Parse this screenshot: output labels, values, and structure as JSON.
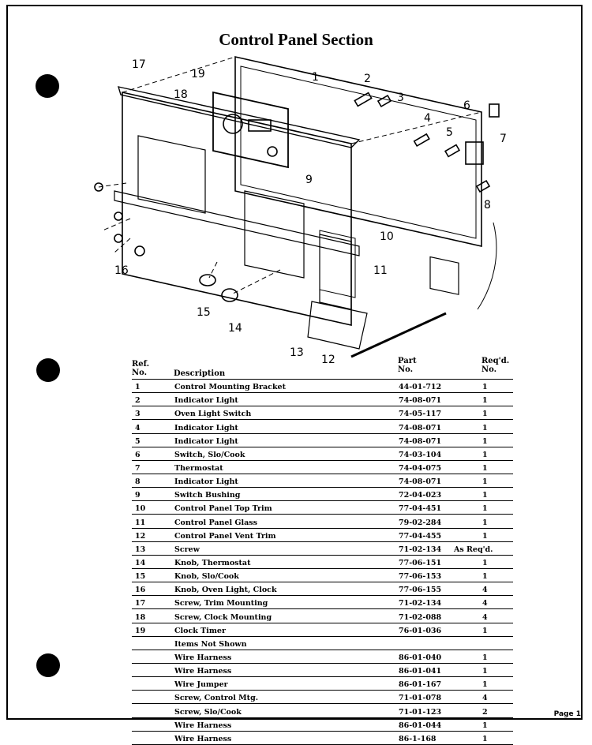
{
  "title": "Control Panel Section",
  "diagram_callouts": [
    "1",
    "2",
    "3",
    "4",
    "5",
    "6",
    "7",
    "8",
    "9",
    "10",
    "11",
    "12",
    "13",
    "14",
    "15",
    "16",
    "17",
    "18",
    "19"
  ],
  "table": {
    "headers": {
      "ref": [
        "Ref.",
        "No."
      ],
      "description": "Description",
      "part": [
        "Part",
        "No."
      ],
      "req": [
        "Req'd.",
        "No."
      ]
    },
    "rows": [
      {
        "ref": "1",
        "desc": "Control Mounting Bracket",
        "part": "44-01-712",
        "req": "1"
      },
      {
        "ref": "2",
        "desc": "Indicator Light",
        "part": "74-08-071",
        "req": "1"
      },
      {
        "ref": "3",
        "desc": "Oven Light Switch",
        "part": "74-05-117",
        "req": "1"
      },
      {
        "ref": "4",
        "desc": "Indicator Light",
        "part": "74-08-071",
        "req": "1"
      },
      {
        "ref": "5",
        "desc": "Indicator Light",
        "part": "74-08-071",
        "req": "1"
      },
      {
        "ref": "6",
        "desc": "Switch, Slo/Cook",
        "part": "74-03-104",
        "req": "1"
      },
      {
        "ref": "7",
        "desc": "Thermostat",
        "part": "74-04-075",
        "req": "1"
      },
      {
        "ref": "8",
        "desc": "Indicator Light",
        "part": "74-08-071",
        "req": "1"
      },
      {
        "ref": "9",
        "desc": "Switch Bushing",
        "part": "72-04-023",
        "req": "1"
      },
      {
        "ref": "10",
        "desc": "Control Panel Top Trim",
        "part": "77-04-451",
        "req": "1"
      },
      {
        "ref": "11",
        "desc": "Control Panel Glass",
        "part": "79-02-284",
        "req": "1"
      },
      {
        "ref": "12",
        "desc": "Control Panel Vent Trim",
        "part": "77-04-455",
        "req": "1"
      },
      {
        "ref": "13",
        "desc": "Screw",
        "part": "71-02-134",
        "req": "As Req'd."
      },
      {
        "ref": "14",
        "desc": "Knob, Thermostat",
        "part": "77-06-151",
        "req": "1"
      },
      {
        "ref": "15",
        "desc": "Knob, Slo/Cook",
        "part": "77-06-153",
        "req": "1"
      },
      {
        "ref": "16",
        "desc": "Knob, Oven Light, Clock",
        "part": "77-06-155",
        "req": "4"
      },
      {
        "ref": "17",
        "desc": "Screw, Trim Mounting",
        "part": "71-02-134",
        "req": "4"
      },
      {
        "ref": "18",
        "desc": "Screw, Clock Mounting",
        "part": "71-02-088",
        "req": "4"
      },
      {
        "ref": "19",
        "desc": "Clock Timer",
        "part": "76-01-036",
        "req": "1"
      },
      {
        "ref": "",
        "desc": "Items Not Shown",
        "part": "",
        "req": ""
      },
      {
        "ref": "",
        "desc": "Wire Harness",
        "part": "86-01-040",
        "req": "1"
      },
      {
        "ref": "",
        "desc": "Wire Harness",
        "part": "86-01-041",
        "req": "1"
      },
      {
        "ref": "",
        "desc": "Wire Jumper",
        "part": "86-01-167",
        "req": "1"
      },
      {
        "ref": "",
        "desc": "Screw, Control Mtg.",
        "part": "71-01-078",
        "req": "4"
      },
      {
        "ref": "",
        "desc": "Screw, Slo/Cook",
        "part": "71-01-123",
        "req": "2"
      },
      {
        "ref": "",
        "desc": "Wire Harness",
        "part": "86-01-044",
        "req": "1"
      },
      {
        "ref": "",
        "desc": "Wire Harness",
        "part": "86-1-168",
        "req": "1"
      }
    ]
  },
  "page_label": "Page 1"
}
